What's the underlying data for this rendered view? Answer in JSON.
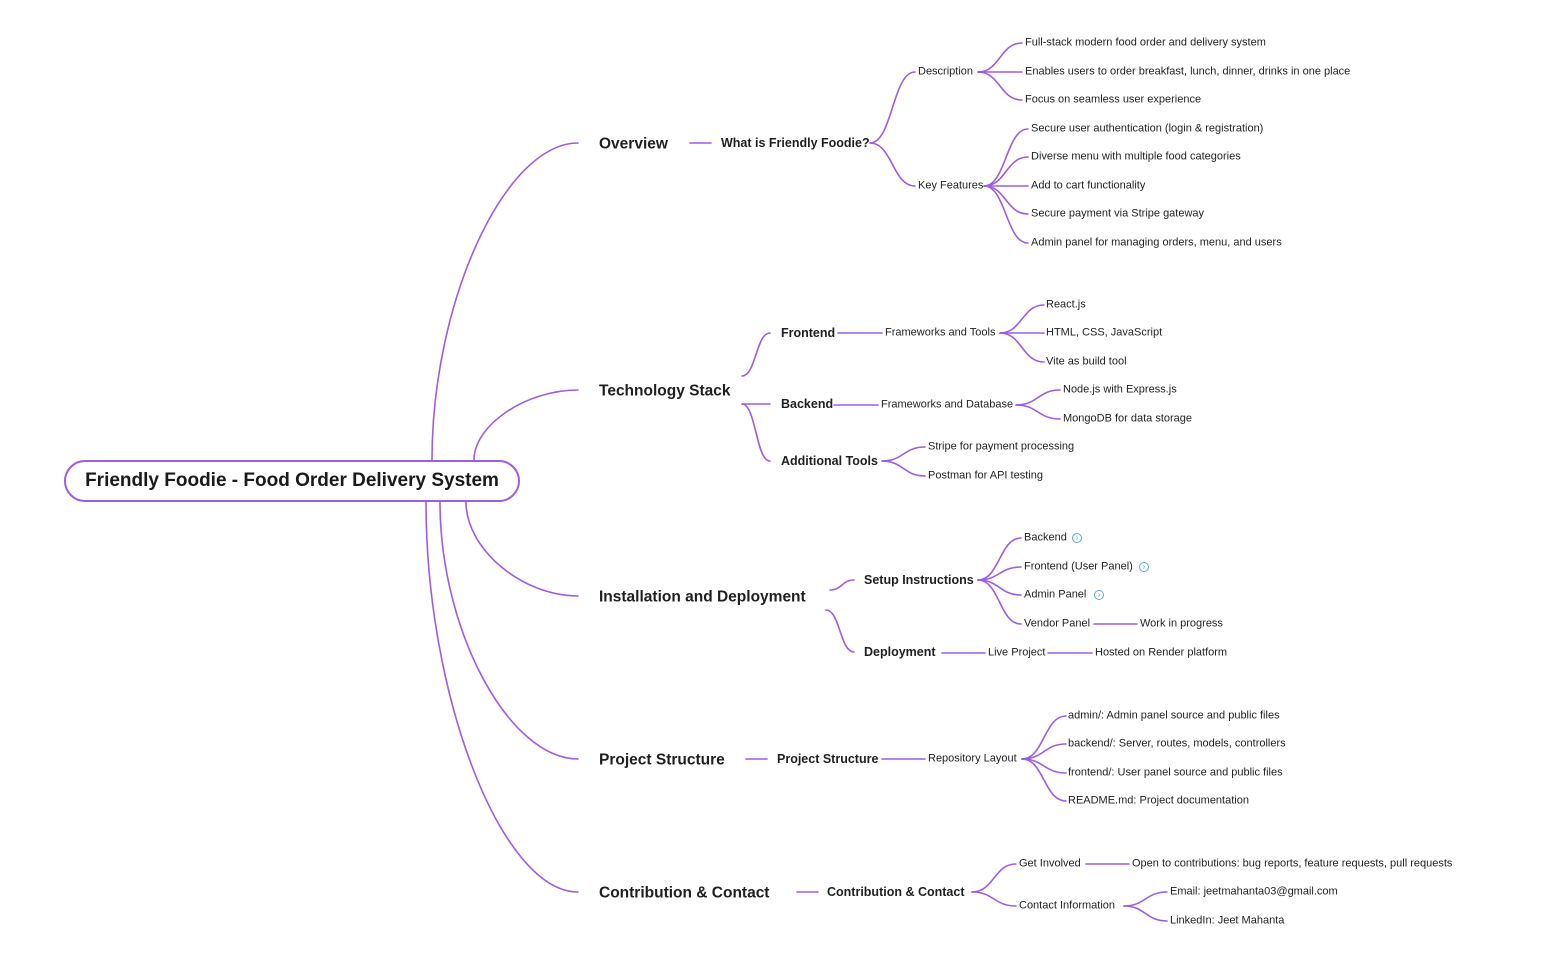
{
  "root": "Friendly Foodie - Food Order Delivery System",
  "expand_icon": "chevron-right-icon",
  "accent_color": "#9b5de5",
  "branches": {
    "overview": {
      "label": "Overview",
      "what": "What is Friendly Foodie?",
      "description": "Description",
      "desc_items": [
        "Full-stack modern food order and delivery system",
        "Enables users to order breakfast, lunch, dinner, drinks in one place",
        "Focus on seamless user experience"
      ],
      "key_features": "Key Features",
      "feature_items": [
        "Secure user authentication (login & registration)",
        "Diverse menu with multiple food categories",
        "Add to cart functionality",
        "Secure payment via Stripe gateway",
        "Admin panel for managing orders, menu, and users"
      ]
    },
    "tech": {
      "label": "Technology Stack",
      "frontend": "Frontend",
      "fe_tools": "Frameworks and Tools",
      "fe_items": [
        "React.js",
        "HTML, CSS, JavaScript",
        "Vite as build tool"
      ],
      "backend": "Backend",
      "be_tools": "Frameworks and Database",
      "be_items": [
        "Node.js with Express.js",
        "MongoDB for data storage"
      ],
      "additional": "Additional Tools",
      "add_items": [
        "Stripe for payment processing",
        "Postman for API testing"
      ]
    },
    "install": {
      "label": "Installation and Deployment",
      "setup": "Setup Instructions",
      "setup_items": [
        "Backend",
        "Frontend (User Panel)",
        "Admin Panel",
        "Vendor Panel"
      ],
      "vendor_status": "Work in progress",
      "deployment": "Deployment",
      "live": "Live Project",
      "hosted": "Hosted on Render platform"
    },
    "structure": {
      "label": "Project Structure",
      "sub": "Project Structure",
      "repo": "Repository Layout",
      "repo_items": [
        "admin/: Admin panel source and public files",
        "backend/: Server, routes, models, controllers",
        "frontend/: User panel source and public files",
        "README.md: Project documentation"
      ]
    },
    "contact": {
      "label": "Contribution & Contact",
      "sub": "Contribution & Contact",
      "involved": "Get Involved",
      "involved_text": "Open to contributions: bug reports, feature requests, pull requests",
      "info": "Contact Information",
      "email": "Email: jeetmahanta03@gmail.com",
      "linkedin": "LinkedIn: Jeet Mahanta"
    }
  }
}
